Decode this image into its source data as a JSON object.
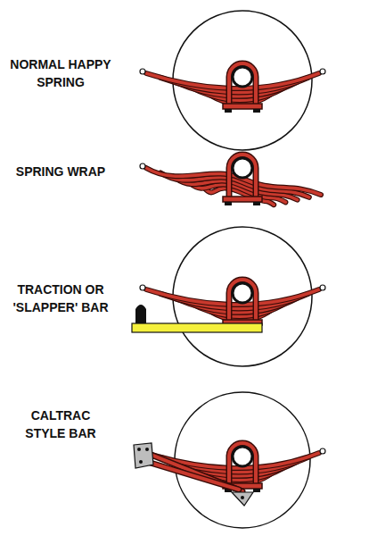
{
  "diagram": {
    "labels": [
      "NORMAL HAPPY SPRING",
      "SPRING WRAP",
      "TRACTION OR 'SLAPPER' BAR",
      "CALTRAC STYLE BAR"
    ]
  }
}
